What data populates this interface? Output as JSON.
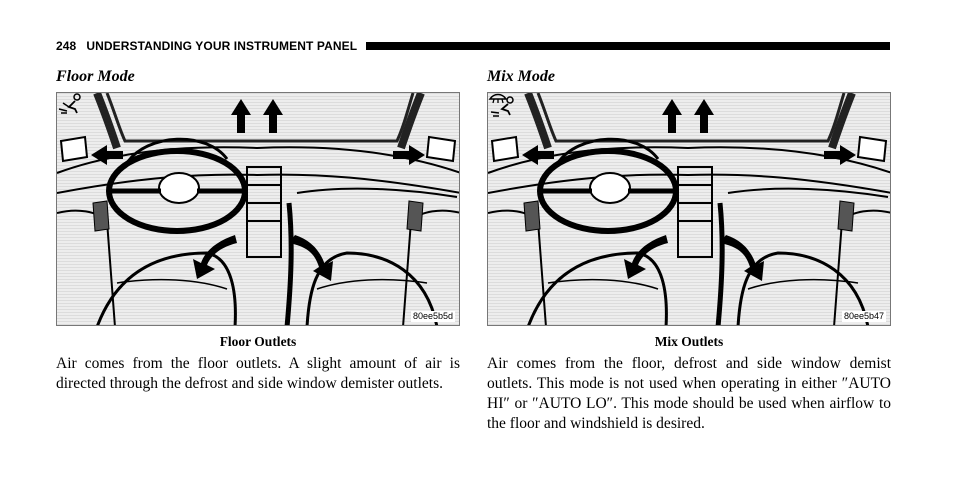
{
  "header": {
    "page_number": "248",
    "running_head": "UNDERSTANDING YOUR INSTRUMENT PANEL"
  },
  "left": {
    "title": "Floor Mode",
    "caption": "Floor Outlets",
    "figure_code": "80ee5b5d",
    "body": "Air comes from the floor outlets. A slight amount of air is directed through the defrost and side window demister outlets."
  },
  "right": {
    "title": "Mix Mode",
    "caption": "Mix Outlets",
    "figure_code": "80ee5b47",
    "body": "Air comes from the floor, defrost and side window demist outlets. This mode is not used when operating in either ″AUTO HI″ or ″AUTO LO″. This mode should be used when airflow to the floor and windshield is desired."
  }
}
